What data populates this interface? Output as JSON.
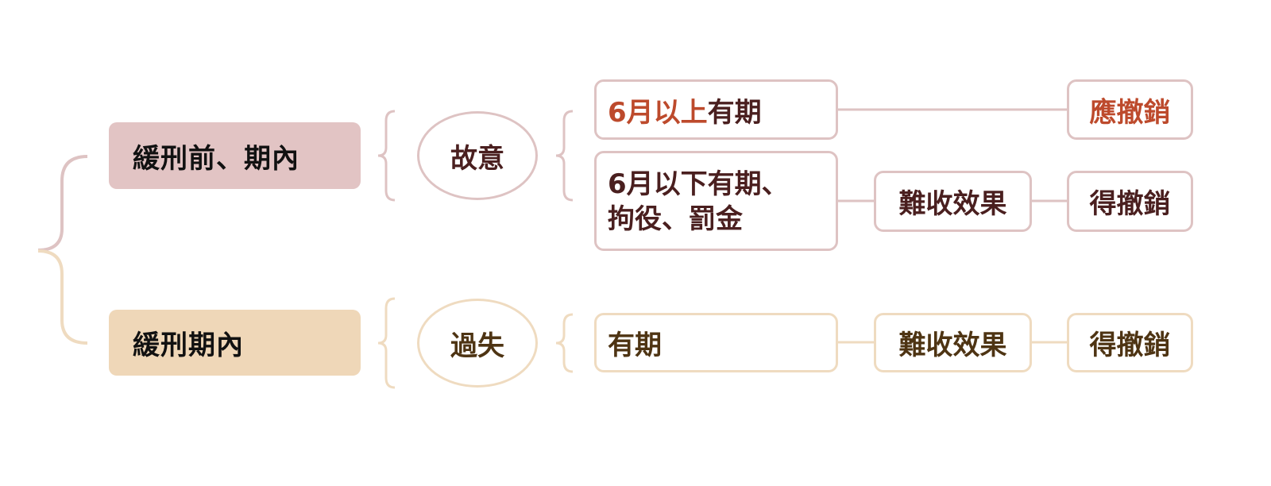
{
  "colors": {
    "pink_fill": "#e2c4c4",
    "tan_fill": "#efd7b8",
    "pink_line": "#dec3c3",
    "tan_line": "#efdbc0",
    "pink_text": "#4a1f1f",
    "tan_text": "#4e3413",
    "red_text": "#bd4a2c"
  },
  "branches": [
    {
      "category": "緩刑前、期內",
      "intent": "故意",
      "conditions": [
        {
          "highlight": "6月以上",
          "text": "有期",
          "effect": null,
          "result": "應撤銷"
        },
        {
          "line1": "6月以下有期、",
          "line2": "拘役、罰金",
          "effect": "難收效果",
          "result": "得撤銷"
        }
      ]
    },
    {
      "category": "緩刑期內",
      "intent": "過失",
      "conditions": [
        {
          "text": "有期",
          "effect": "難收效果",
          "result": "得撤銷"
        }
      ]
    }
  ]
}
